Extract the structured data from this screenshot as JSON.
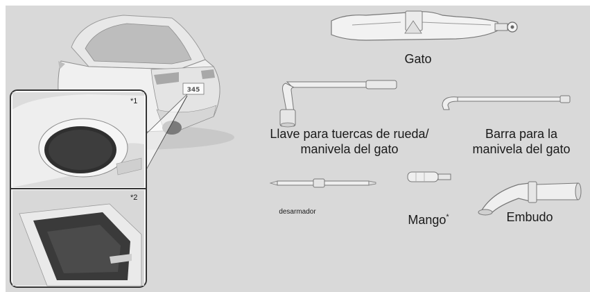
{
  "labels": {
    "jack": "Gato",
    "wrench_line1": "Llave para tuercas de rueda/",
    "wrench_line2": "manivela del gato",
    "bar_line1": "Barra para la",
    "bar_line2": "manivela del gato",
    "screwdriver": "desarmador",
    "handle": "Mango",
    "handle_mark": "*",
    "funnel": "Embudo"
  },
  "insets": {
    "top_tag": "*1",
    "bottom_tag": "*2"
  }
}
